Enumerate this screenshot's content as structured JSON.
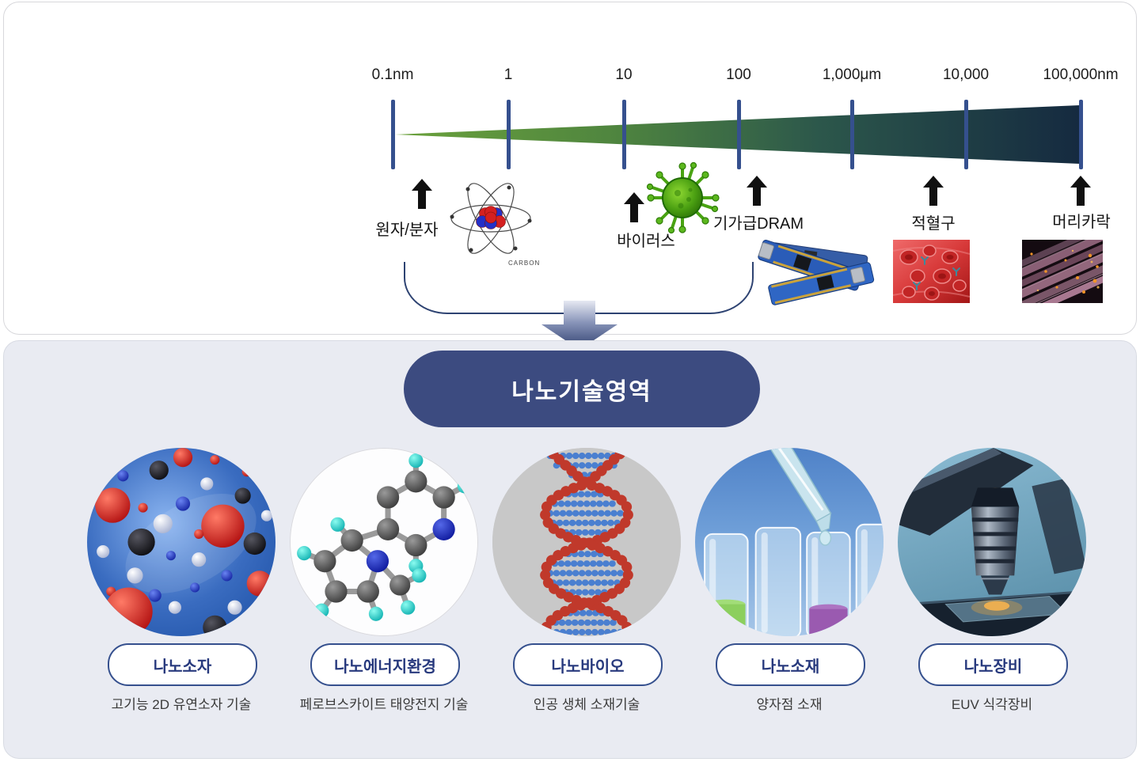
{
  "scale": {
    "tick_labels": [
      "0.1nm",
      "1",
      "10",
      "100",
      "1,000μm",
      "10,000",
      "100,000nm"
    ],
    "markers": [
      {
        "label": "원자/분자",
        "image": "carbon-atom"
      },
      {
        "label": "바이러스",
        "image": "green-virus"
      },
      {
        "label": "기가급DRAM",
        "image": "dram-circuit-boards"
      },
      {
        "label": "적혈구",
        "image": "red-blood-cells"
      },
      {
        "label": "머리카락",
        "image": "hair-strands"
      }
    ],
    "carbon_caption": "CARBON"
  },
  "banner": {
    "label": "나노기술영역"
  },
  "categories": [
    {
      "name": "나노소자",
      "description": "고기능 2D 유연소자 기술",
      "image": "blue-molecules"
    },
    {
      "name": "나노에너지환경",
      "description": "페로브스카이트 태양전지 기술",
      "image": "ball-stick-molecule"
    },
    {
      "name": "나노바이오",
      "description": "인공 생체 소재기술",
      "image": "dna-helix"
    },
    {
      "name": "나노소재",
      "description": "양자점 소재",
      "image": "pipette-test-tubes"
    },
    {
      "name": "나노장비",
      "description": "EUV 식각장비",
      "image": "microscope-objective"
    }
  ],
  "colors": {
    "banner_bg": "#3c4b80",
    "tick": "#35508e",
    "wedge_start": "#6ba23c",
    "wedge_end": "#152a40",
    "panel_bg": "#e9ebf2",
    "pill_border": "#35508e",
    "pill_text": "#27397d"
  }
}
